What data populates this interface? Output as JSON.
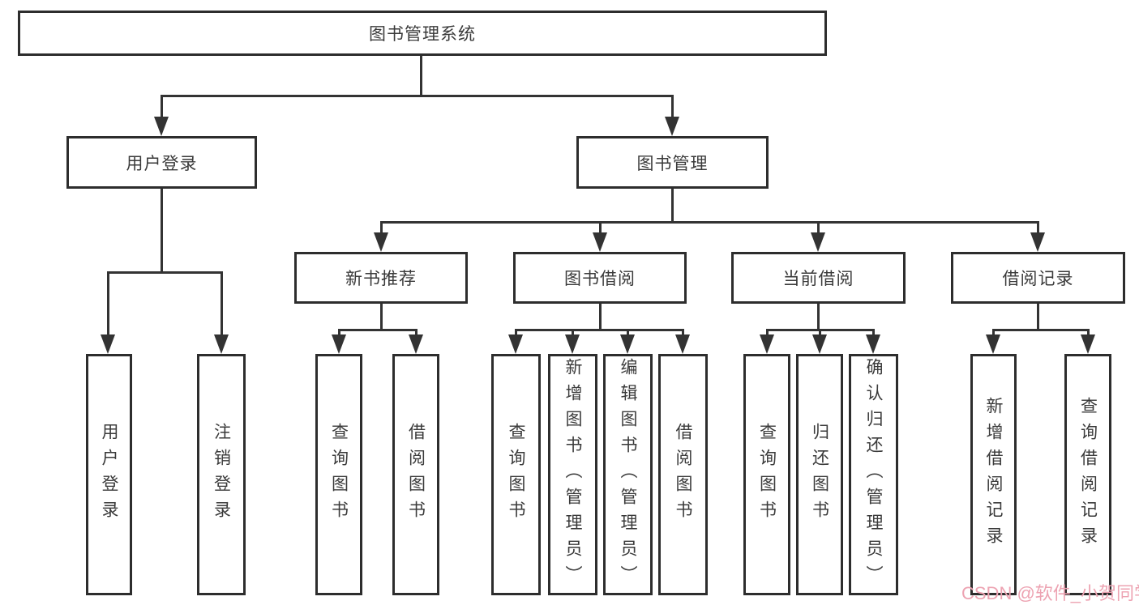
{
  "diagram": {
    "root": {
      "label": "图书管理系统"
    },
    "level2": [
      {
        "label": "用户登录"
      },
      {
        "label": "图书管理"
      }
    ],
    "level3": [
      {
        "label": "新书推荐"
      },
      {
        "label": "图书借阅"
      },
      {
        "label": "当前借阅"
      },
      {
        "label": "借阅记录"
      }
    ],
    "leaves": {
      "user_login": [
        "用户登录",
        "注销登录"
      ],
      "new_book_recommend": [
        "查询图书",
        "借阅图书"
      ],
      "book_borrow": [
        "查询图书",
        "新增图书（管理员）",
        "编辑图书（管理员）",
        "借阅图书"
      ],
      "current_borrow": [
        "查询图书",
        "归还图书",
        "确认归还（管理员）"
      ],
      "borrow_records": [
        "新增借阅记录",
        "查询借阅记录"
      ]
    },
    "colors": {
      "line": "#333333",
      "box_border": "#2d2d2d",
      "text": "#3a3a3a",
      "background": "#ffffff",
      "watermark": "#eda3b2"
    }
  },
  "watermark": {
    "text": "CSDN @软件_小贺同学"
  }
}
